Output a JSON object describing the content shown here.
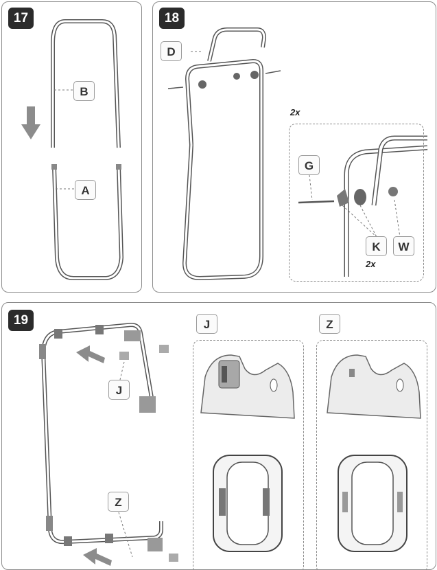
{
  "steps": [
    {
      "number": "17",
      "labels": {
        "upper_frame": "B",
        "lower_frame": "A"
      }
    },
    {
      "number": "18",
      "labels": {
        "top_handle": "D",
        "bolt": "G",
        "cap": "K",
        "knob": "W"
      },
      "detail_qty_top": "2x",
      "detail_qty_bottom": "2x"
    },
    {
      "number": "19",
      "labels": {
        "top_clip": "J",
        "bottom_clip": "Z",
        "detail_j": "J",
        "detail_z": "Z"
      }
    }
  ],
  "colors": {
    "badge": "#2b2b2b",
    "border": "#8a8a8a",
    "line": "#555555",
    "arrow": "#8c8c8c"
  }
}
